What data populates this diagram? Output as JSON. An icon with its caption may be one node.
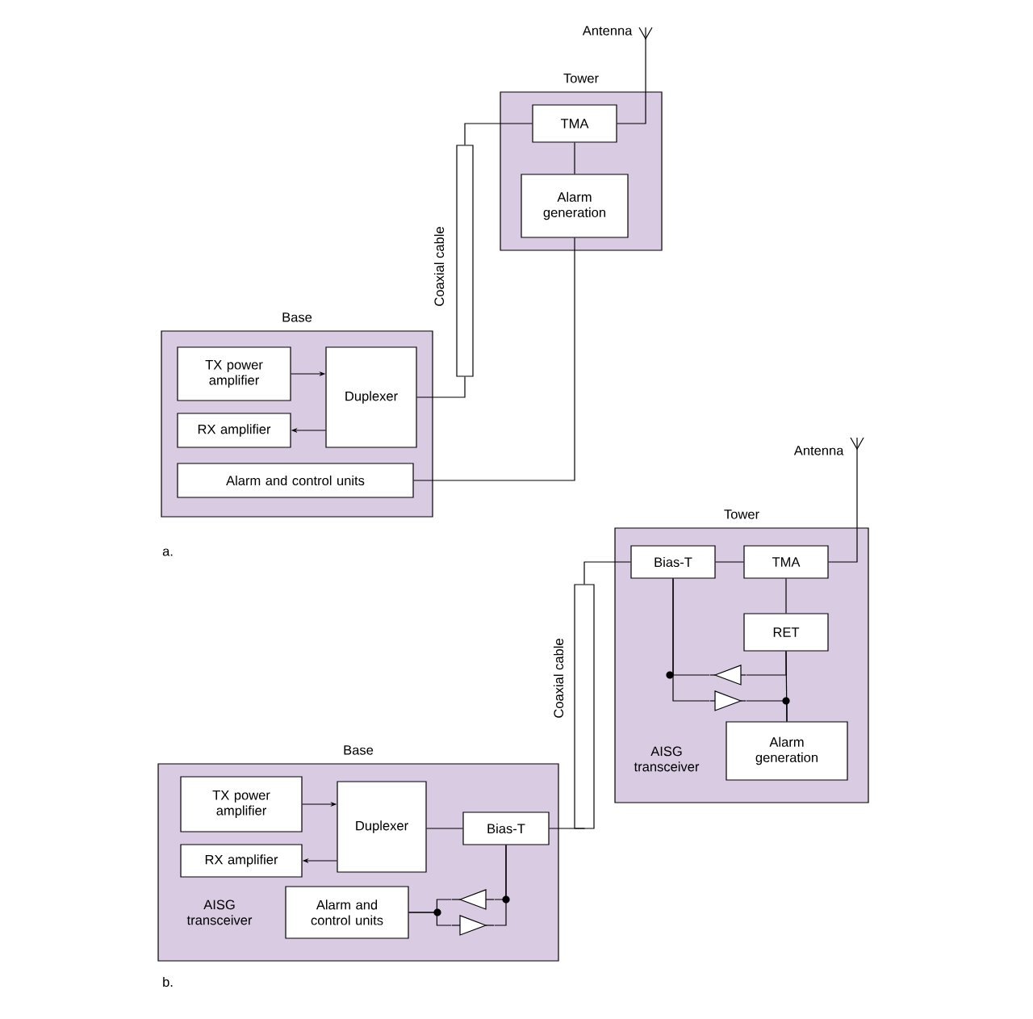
{
  "diagram": {
    "nodes": [
      {
        "text": [
          "Tower"
        ]
      },
      {
        "text": [
          "TMA"
        ],
        "in": 0
      },
      {
        "text": [
          "Alarm generation"
        ],
        "in": 0
      },
      {
        "text": [
          "Antenna"
        ]
      },
      {
        "text": [],
        "shape": "cylinder",
        "beside": [
          "Coaxial cable"
        ]
      },
      {
        "text": [
          "Base"
        ]
      },
      {
        "text": [
          "TX power amplifier"
        ],
        "in": 5
      },
      {
        "text": [
          "Duplexer"
        ],
        "in": 5
      },
      {
        "text": [
          "RX amplifier"
        ],
        "in": 5
      },
      {
        "text": [
          "Alarm and control units"
        ],
        "in": 5
      },
      {
        "text": [
          "Tower"
        ]
      },
      {
        "text": [
          "Bias-T"
        ],
        "in": 10
      },
      {
        "text": [
          "TMA"
        ],
        "in": 10
      },
      {
        "text": [
          "RET"
        ],
        "in": 10
      },
      {
        "text": [],
        "shape": "amplifier",
        "beside": [
          "AISG transceiver"
        ],
        "in": 10
      },
      {
        "text": [
          "Alarm generation"
        ],
        "in": 10
      },
      {
        "text": [
          "Antenna"
        ]
      },
      {
        "text": [],
        "shape": "cylinder",
        "beside": [
          "Coaxial cable"
        ]
      },
      {
        "text": [
          "Base"
        ]
      },
      {
        "text": [
          "TX power amplifier"
        ],
        "in": 18
      },
      {
        "text": [
          "Duplexer"
        ],
        "in": 18
      },
      {
        "text": [
          "RX amplifier"
        ],
        "in": 18
      },
      {
        "text": [
          "Bias-T"
        ],
        "in": 18
      },
      {
        "text": [
          "Alarm and control units"
        ],
        "in": 18
      },
      {
        "text": [],
        "shape": "amplifier",
        "in": 18
      }
    ],
    "edges": [
      {
        "from": 6,
        "to": 7,
        "arrow": "to"
      },
      {
        "from": 7,
        "to": 8,
        "arrow": "to"
      },
      {
        "from": 7,
        "to": 4,
        "arrow": "none"
      },
      {
        "from": 4,
        "to": 1,
        "arrow": "none"
      },
      {
        "from": 1,
        "to": 2,
        "arrow": "none"
      },
      {
        "from": 1,
        "to": 3,
        "arrow": "none"
      },
      {
        "from": 2,
        "to": 9,
        "arrow": "none"
      },
      {
        "from": 11,
        "to": 12,
        "arrow": "none"
      },
      {
        "from": 12,
        "to": 16,
        "arrow": "none"
      },
      {
        "from": 12,
        "to": 13,
        "arrow": "none"
      },
      {
        "from": 13,
        "to": 15,
        "arrow": "none"
      },
      {
        "from": 11,
        "to": 14,
        "arrow": "none"
      },
      {
        "from": 14,
        "to": 15,
        "arrow": "none"
      },
      {
        "from": 17,
        "to": 11,
        "arrow": "none"
      },
      {
        "from": 22,
        "to": 17,
        "arrow": "none"
      },
      {
        "from": 19,
        "to": 20,
        "arrow": "to"
      },
      {
        "from": 20,
        "to": 21,
        "arrow": "to"
      },
      {
        "from": 20,
        "to": 22,
        "arrow": "none"
      },
      {
        "from": 22,
        "to": 24,
        "arrow": "none"
      },
      {
        "from": 23,
        "to": 24,
        "arrow": "none"
      },
      {
        "from": 22,
        "to": 24,
        "arrow": "none"
      },
      {
        "from": 23,
        "to": 24,
        "arrow": "none"
      },
      {
        "from": 11,
        "to": 14,
        "arrow": "none"
      },
      {
        "from": 14,
        "to": 13,
        "arrow": "none"
      }
    ],
    "labels": [
      "a.",
      "AISG transceiver",
      "b."
    ]
  }
}
